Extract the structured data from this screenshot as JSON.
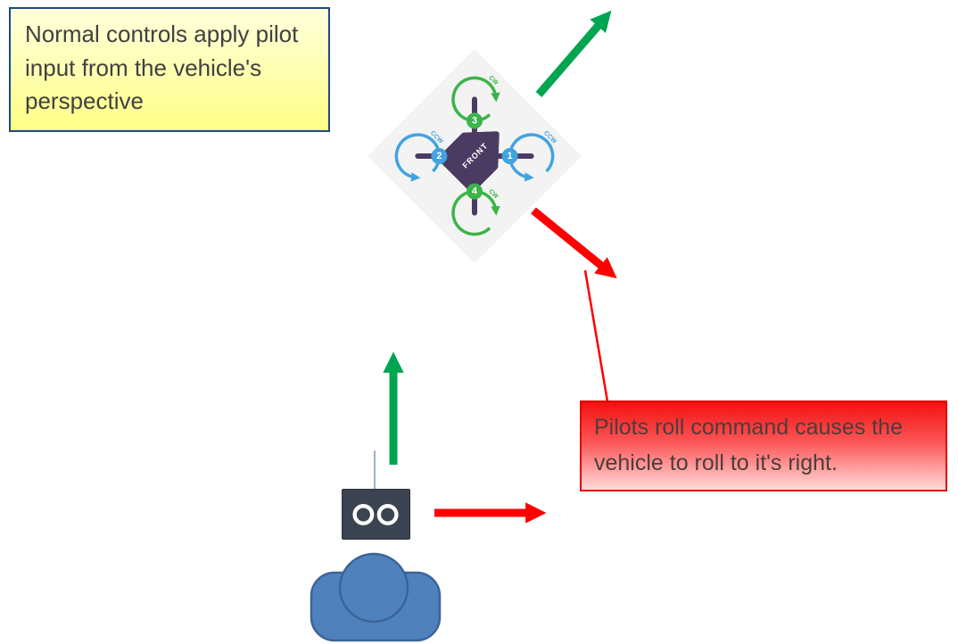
{
  "callout_normal": {
    "text": "Normal controls apply pilot input from the vehicle's perspective"
  },
  "callout_roll": {
    "text": "Pilots roll command causes the vehicle to roll to it's right."
  },
  "drone": {
    "front_label": "FRONT",
    "motors": [
      {
        "number": "3",
        "direction": "CW"
      },
      {
        "number": "1",
        "direction": "CCW"
      },
      {
        "number": "2",
        "direction": "CCW"
      },
      {
        "number": "4",
        "direction": "CW"
      }
    ]
  },
  "colors": {
    "green_arrow": "#00A551",
    "red_arrow": "#FE0000",
    "connector_red": "#FE0000",
    "callout_normal_border": "#1F497D",
    "callout_normal_bg": "#FFFF9E",
    "callout_roll_bg_top": "#F31111",
    "callout_roll_bg_bottom": "#FFD9D9",
    "text_dark": "#404040",
    "drone_frame": "#4A3B63",
    "drone_bg": "#F3F3F3",
    "motor_green": "#3BB44A",
    "motor_blue": "#41A3E0",
    "controller_body": "#3B4450",
    "controller_dial": "#FFFFFF",
    "antenna": "#7D97B5",
    "person_fill": "#4F81BD",
    "person_outline": "#3C6496"
  }
}
